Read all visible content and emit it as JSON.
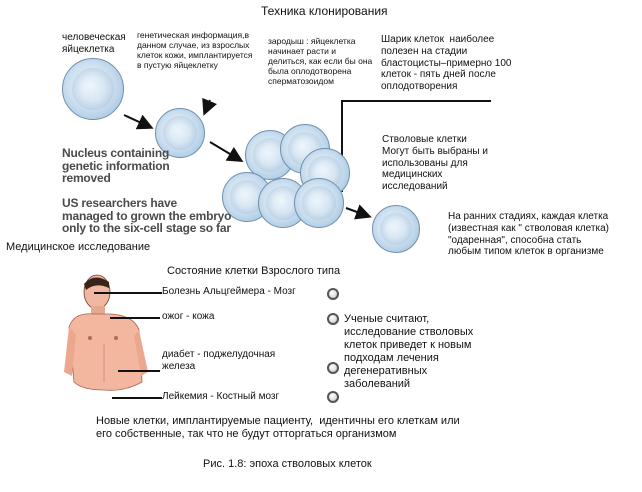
{
  "title": "Техника клонирования",
  "labels": {
    "human_egg": "человеческая\nяйцеклетка",
    "genetic_info": "генетическая информация,в\nданном случае, из взрослых\nклеток кожи, имплантируется\nв пустую яйцеклетку",
    "embryo": "зародыш : яйцеклетка\nначинает расти и\nделиться, как если бы она\nбыла оплодотворена\nсперматозоидом",
    "blastocyst": "Шарик клеток  наиболее\nполезен на стадии\nбластоцисты–примерно 100\nклеток - пять дней после\nоплодотворения",
    "stem_cells": "Стволовые клетки\nМогут быть выбраны и\nиспользованы для\nмедицинских\nисследований",
    "early_stages": "На ранних стадиях, каждая клетка\n(известная как \" стволовая клетка)\n\"одаренная\", способна стать\nлюбым типом клеток в организме",
    "eng_nucleus": "Nucleus containing\ngenetic information\nremoved",
    "eng_us": "US researchers have\nmanaged to grown the embryo\nonly to the six-cell stage so far",
    "medical_research": "Медицинское исследование",
    "adult_cell_state": "Состояние клетки Взрослого типа",
    "alzheimer": "Болезнь Альцгеймера - Мозг",
    "burn": "ожог - кожа",
    "diabetes": "диабет - поджелудочная\nжелеза",
    "leukemia": "Лейкемия - Костный мозг",
    "scientists": "Ученые считают,\nисследование стволовых\nклеток приведет к новым\nподходам лечения\nдегенеративных\nзаболеваний",
    "new_cells": "Новые клетки, имплантируемые пациенту,  идентичны его клеткам или\nего собственные, так что не будут отторгаться организмом",
    "caption": "Рис. 1.8: эпоха стволовых клеток"
  }
}
